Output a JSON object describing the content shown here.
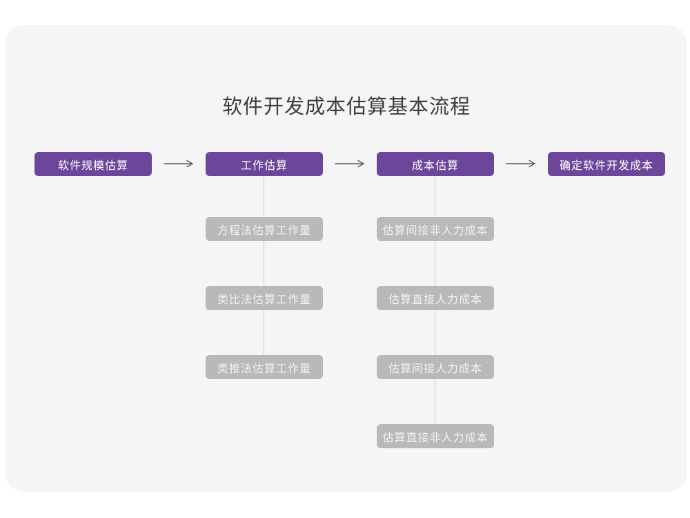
{
  "title": "软件开发成本估算基本流程",
  "colors": {
    "page_bg": "#ffffff",
    "card_bg": "#f5f5f6",
    "title_color": "#3c3c3e",
    "purple": "#6b469b",
    "gray_box": "#b9b9b9",
    "connector": "#c9c9c9",
    "arrow": "#58585a"
  },
  "flow": {
    "steps": [
      {
        "label": "软件规模估算",
        "children": []
      },
      {
        "label": "工作估算",
        "children": [
          "方程法估算工作量",
          "类比法估算工作量",
          "类推法估算工作量"
        ]
      },
      {
        "label": "成本估算",
        "children": [
          "估算间接非人力成本",
          "估算直接人力成本",
          "估算间接人力成本",
          "估算直接非人力成本"
        ]
      },
      {
        "label": "确定软件开发成本",
        "children": []
      }
    ]
  }
}
